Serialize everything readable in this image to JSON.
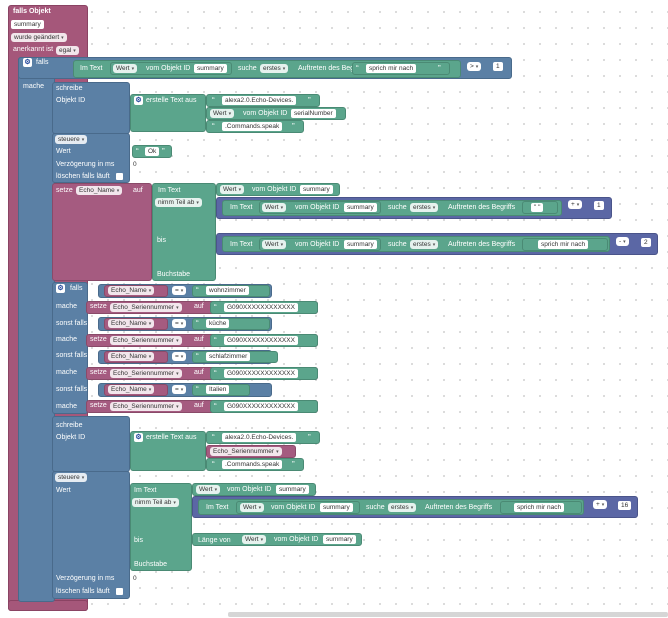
{
  "trigger": {
    "title": "falls Objekt",
    "object": "summary",
    "event": "wurde geändert",
    "ack_label": "anerkannt ist",
    "ack_value": "egal"
  },
  "if1": {
    "falls": "falls",
    "mache": "mache",
    "im_text": "Im Text",
    "wert": "Wert",
    "vom_objekt_id": "vom Objekt ID",
    "obj": "summary",
    "suche": "suche",
    "erstes": "erstes",
    "auftreten": "Auftreten des Begriffs",
    "search_text": "sprich mir nach",
    "op": ">",
    "num": "1"
  },
  "write1": {
    "schreibe": "schreibe",
    "objekt_id": "Objekt ID",
    "erstelle": "erstelle Text aus",
    "t1": "alexa2.0.Echo-Devices.",
    "wert": "Wert",
    "vom_objekt_id": "vom Objekt ID",
    "serial": "serialNumber",
    "t3": ".Commands.speak",
    "steuere": "steuere",
    "wert_lbl": "Wert",
    "ok": "Ok",
    "verz": "Verzögerung in ms",
    "verz_val": "0",
    "loeschen": "löschen falls läuft"
  },
  "setze1": {
    "setze": "setze",
    "var": "Echo_Name",
    "auf": "auf",
    "im_text": "Im Text",
    "wert": "Wert",
    "vom_objekt_id": "vom Objekt ID",
    "obj": "summary",
    "nimm": "nimm Teil ab",
    "suche": "suche",
    "erstes": "erstes",
    "auftreten": "Auftreten des Begriffs",
    "s1": "\" \"",
    "num1": "1",
    "bis": "bis",
    "s2": "sprich mir nach",
    "num2": "2",
    "buchstabe": "Buchstabe"
  },
  "if2": {
    "falls": "falls",
    "mache": "mache",
    "sonst_falls": "sonst falls",
    "var": "Echo_Name",
    "eq": "=",
    "setze": "setze",
    "serien": "Echo_Seriennummer",
    "auf": "auf",
    "serial_val": "G090XXXXXXXXXXXX",
    "rooms": [
      "wohnzimmer",
      "küche",
      "schlafzimmer",
      "Italien"
    ]
  },
  "write2": {
    "schreibe": "schreibe",
    "objekt_id": "Objekt ID",
    "erstelle": "erstelle Text aus",
    "t1": "alexa2.0.Echo-Devices.",
    "t2": "Echo_Seriennummer",
    "t3": ".Commands.speak",
    "steuere": "steuere",
    "wert_lbl": "Wert",
    "im_text": "Im Text",
    "wert": "Wert",
    "vom_objekt_id": "vom Objekt ID",
    "obj": "summary",
    "nimm": "nimm Teil ab",
    "suche": "suche",
    "erstes": "erstes",
    "auftreten": "Auftreten des Begriffs",
    "search_text": "sprich mir nach",
    "op": "+",
    "num": "16",
    "bis": "bis",
    "laenge": "Länge von",
    "buchstabe": "Buchstabe",
    "verz": "Verzögerung in ms",
    "verz_val": "0",
    "loeschen": "löschen falls läuft"
  },
  "colors": {
    "trigger": "#a5577a",
    "logic": "#5b80a5",
    "text": "#5ba58c",
    "variable": "#a55b80"
  }
}
